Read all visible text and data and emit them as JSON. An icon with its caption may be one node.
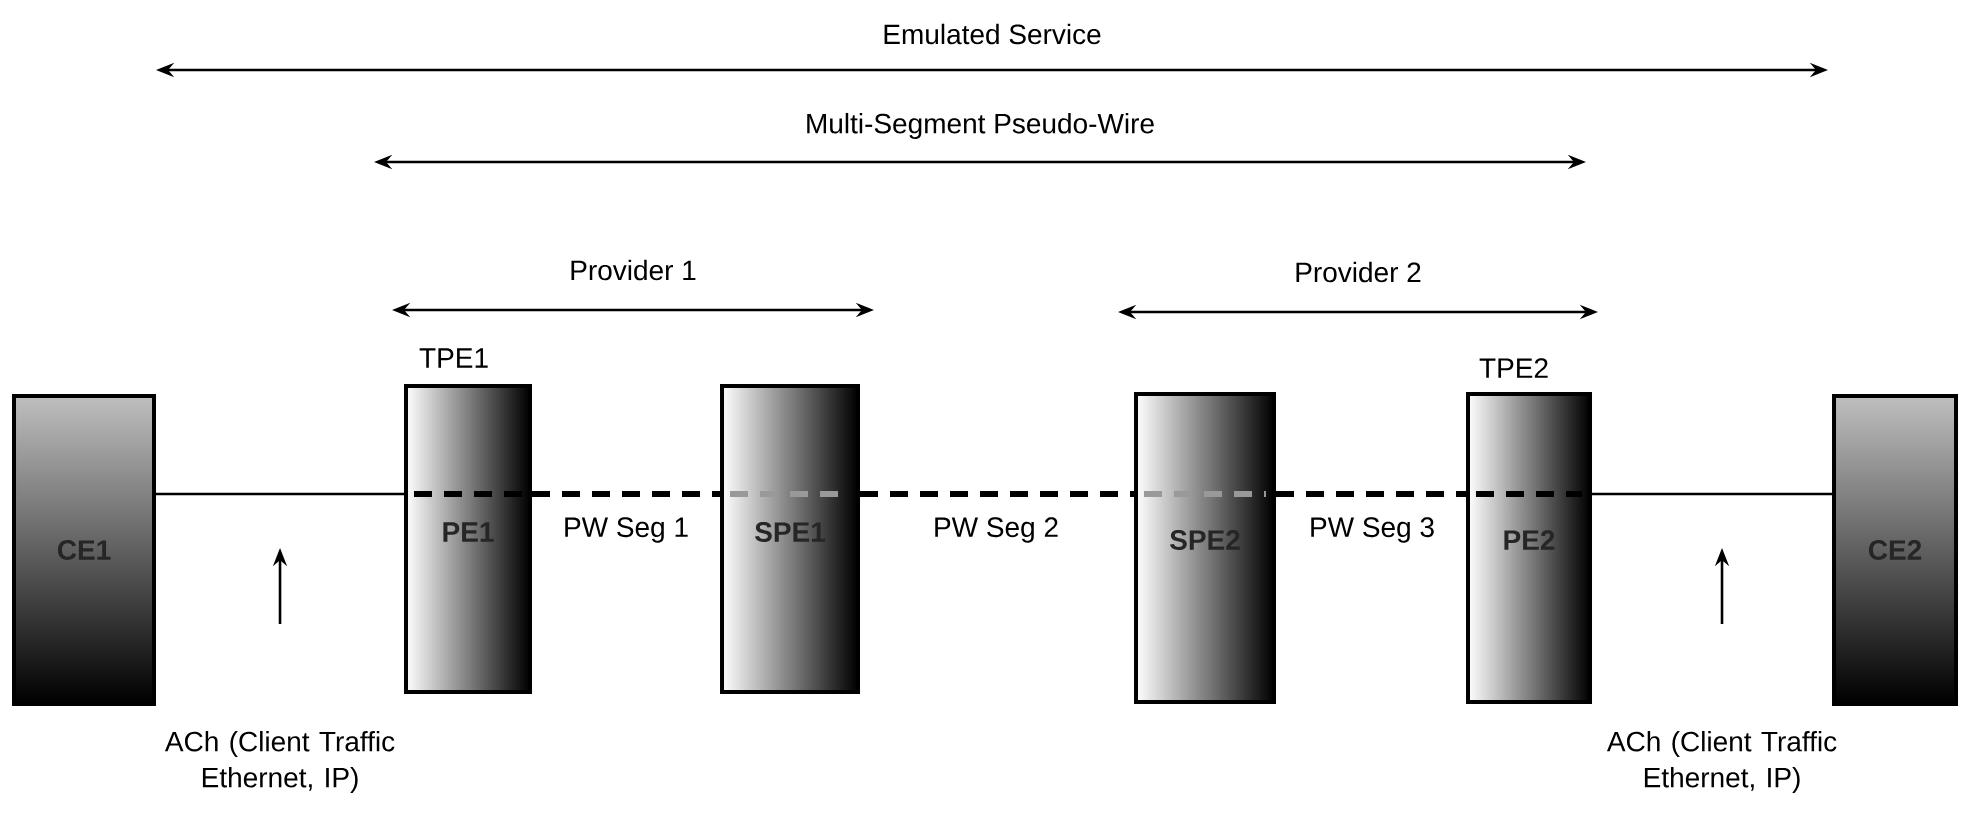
{
  "diagram": {
    "nodes": [
      {
        "text": [
          "CE1"
        ]
      },
      {
        "text": [
          "PE1"
        ],
        "beside": [
          "TPE1"
        ]
      },
      {
        "text": [
          "SPE1"
        ]
      },
      {
        "text": [
          "SPE2"
        ]
      },
      {
        "text": [
          "PE2"
        ],
        "beside": [
          "TPE2"
        ]
      },
      {
        "text": [
          "CE2"
        ]
      }
    ],
    "edges": [
      {
        "from": 0,
        "to": 1,
        "arrow": "none"
      },
      {
        "from": 1,
        "to": 2,
        "arrow": "none",
        "style": "dashed",
        "label": "PW Seg 1"
      },
      {
        "from": 2,
        "to": 3,
        "arrow": "none",
        "style": "dashed",
        "label": "PW Seg 2"
      },
      {
        "from": 3,
        "to": 4,
        "arrow": "none",
        "style": "dashed",
        "label": "PW Seg 3"
      },
      {
        "from": 4,
        "to": 5,
        "arrow": "none"
      }
    ],
    "labels": [
      "Emulated Service",
      "Multi-Segment Pseudo-Wire",
      "Provider 1",
      "Provider 2",
      "ACh (Client Traffic Ethernet, IP)",
      "ACh (Client Traffic Ethernet, IP)"
    ]
  }
}
